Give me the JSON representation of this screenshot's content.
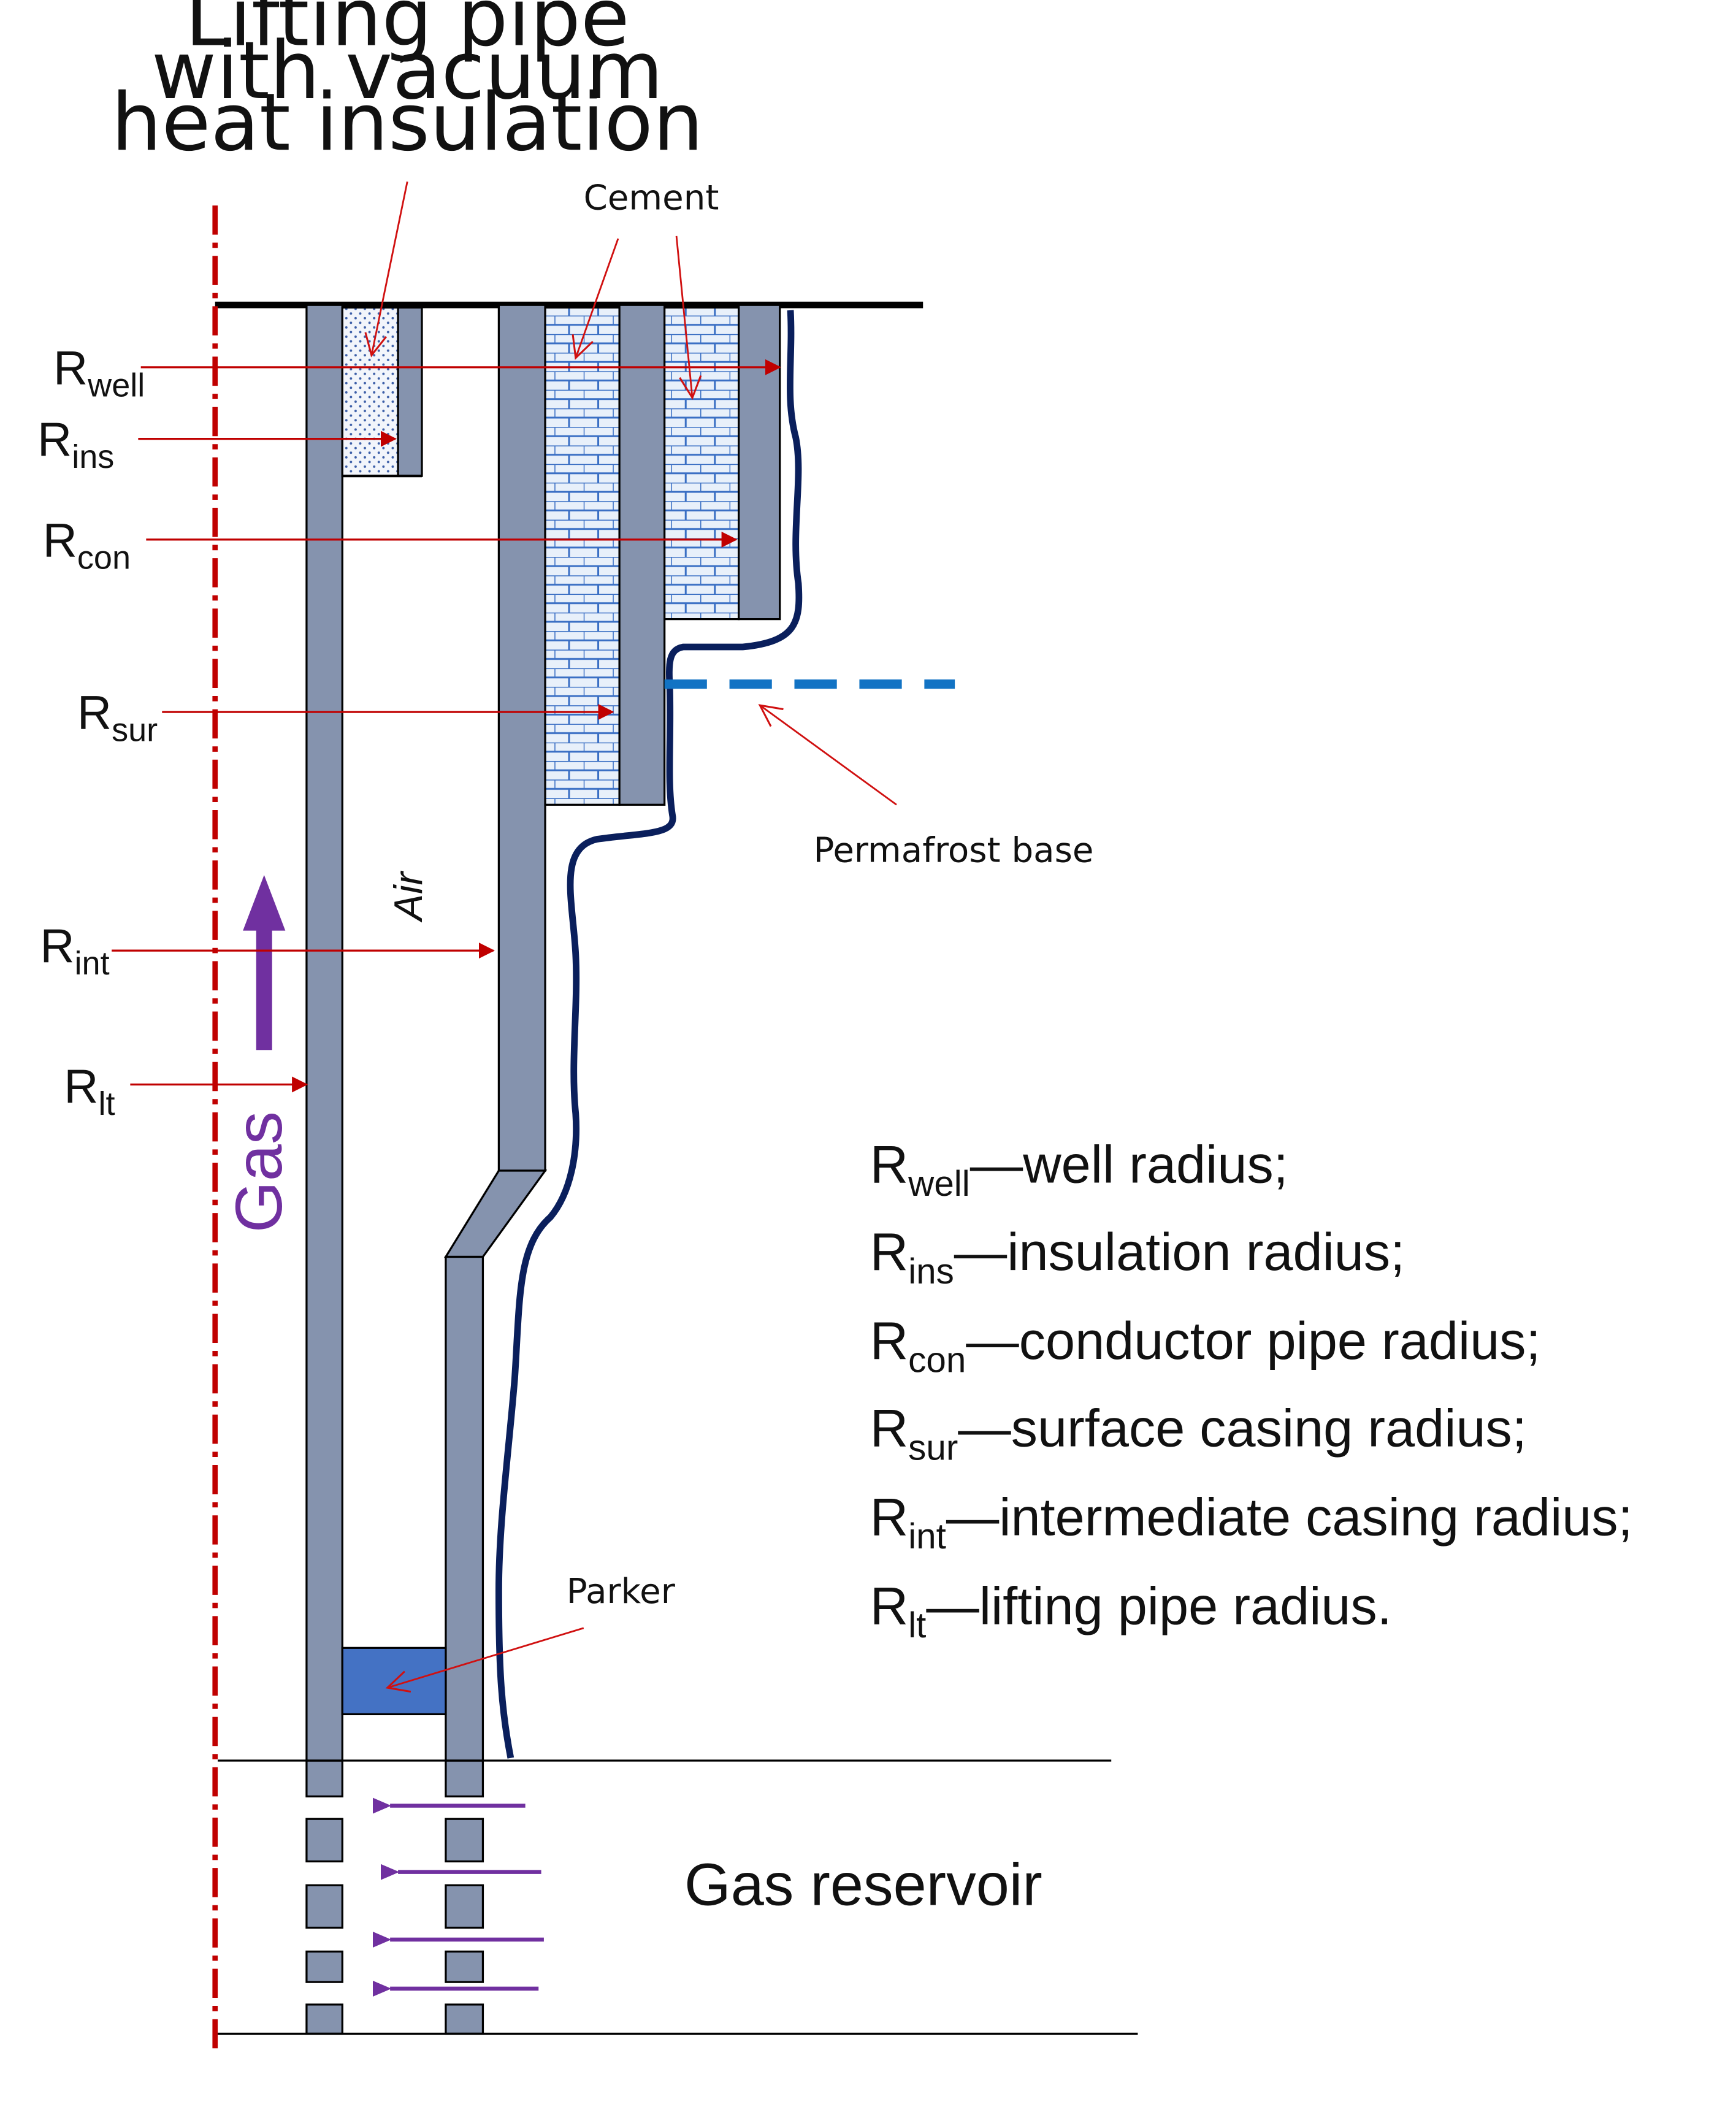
{
  "callouts": {
    "lifting_pipe": [
      "Lifting pipe",
      "with vacuum",
      "heat insulation"
    ],
    "cement": "Cement",
    "permafrost": "Permafrost base",
    "parker": "Parker",
    "air": "Air",
    "gas": "Gas",
    "reservoir": "Gas reservoir"
  },
  "radii": [
    {
      "main": "R",
      "sub": "well"
    },
    {
      "main": "R",
      "sub": "ins"
    },
    {
      "main": "R",
      "sub": "con"
    },
    {
      "main": "R",
      "sub": "sur"
    },
    {
      "main": "R",
      "sub": "int"
    },
    {
      "main": "R",
      "sub": "lt"
    }
  ],
  "legend": [
    {
      "main": "R",
      "sub": "well",
      "desc": "—well radius;"
    },
    {
      "main": "R",
      "sub": "ins",
      "desc": "—insulation radius;"
    },
    {
      "main": "R",
      "sub": "con",
      "desc": "—conductor pipe radius;"
    },
    {
      "main": "R",
      "sub": "sur",
      "desc": "—surface casing radius;"
    },
    {
      "main": "R",
      "sub": "int",
      "desc": "—intermediate casing radius;"
    },
    {
      "main": "R",
      "sub": "lt",
      "desc": "—lifting pipe radius."
    }
  ],
  "colors": {
    "pipe": "#8593AE",
    "axis": "#C00000",
    "arrow": "#C00000",
    "gas_arrow": "#7030A0",
    "formation": "#0A1F5C",
    "permafrost": "#1273C4",
    "parker": "#4472C4",
    "cement_fill": "#E8F0FA",
    "cement_line": "#3A6FC4"
  }
}
